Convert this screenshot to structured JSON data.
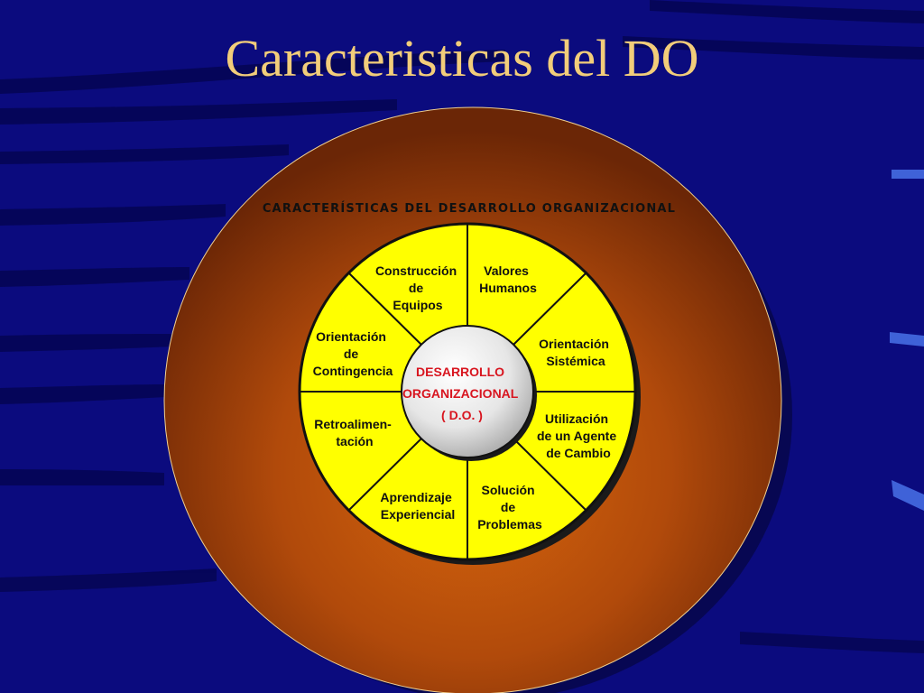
{
  "slide": {
    "title": "Caracteristicas del DO"
  },
  "diagram": {
    "heading": "CARACTERÍSTICAS DEL DESARROLLO ORGANIZACIONAL",
    "center": [
      "DESARROLLO",
      "ORGANIZACIONAL",
      "( D.O. )"
    ],
    "segments": [
      [
        "Valores",
        "Humanos"
      ],
      [
        "Orientación",
        "Sistémica"
      ],
      [
        "Utilización",
        "de un Agente",
        "de Cambio"
      ],
      [
        "Solución",
        "de",
        "Problemas"
      ],
      [
        "Aprendizaje",
        "Experiencial"
      ],
      [
        "Retroalimen-",
        "tación"
      ],
      [
        "Orientación",
        "de",
        "Contingencia"
      ],
      [
        "Construcción",
        "de",
        "Equipos"
      ]
    ]
  },
  "colors": {
    "background": "#0b0b7e",
    "title": "#f2cd7a",
    "disc_center": "#d7660c",
    "disc_edge": "#6b2606",
    "ring_fill": "#ffff00",
    "center_text": "#d8151f"
  }
}
